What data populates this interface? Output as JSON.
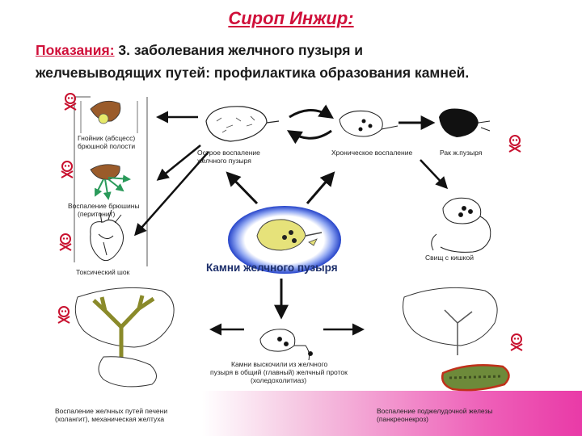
{
  "title": "Сироп Инжир:",
  "indications": {
    "label": "Показания:",
    "line1_rest": " 3. заболевания желчного пузыря и",
    "line2": "желчевыводящих путей: профилактика образования камней."
  },
  "labels": {
    "abscess": [
      "Гнойник (абсцесс)",
      "брюшной полости"
    ],
    "acute": [
      "Острое воспаление",
      "желчного пузыря"
    ],
    "chronic": "Хроническое воспаление",
    "cancer": "Рак ж.пузыря",
    "peritonitis": [
      "Воспаление брюшины",
      "(перитонит)"
    ],
    "shock": "Токсический шок",
    "fistula": "Свищ с кишкой",
    "center": "Камни желчного пузыря",
    "duct_stone": [
      "Камни выскочили из желчного",
      "пузыря в общий (главный) желчный проток",
      "(холедохолитиаз)"
    ],
    "cholangitis": [
      "Воспаление желчных путей печени",
      "(холангит), механическая желтуха"
    ],
    "pancreatitis": [
      "Воспаление поджелудочной железы",
      "(панкреонекроз)"
    ]
  }
}
